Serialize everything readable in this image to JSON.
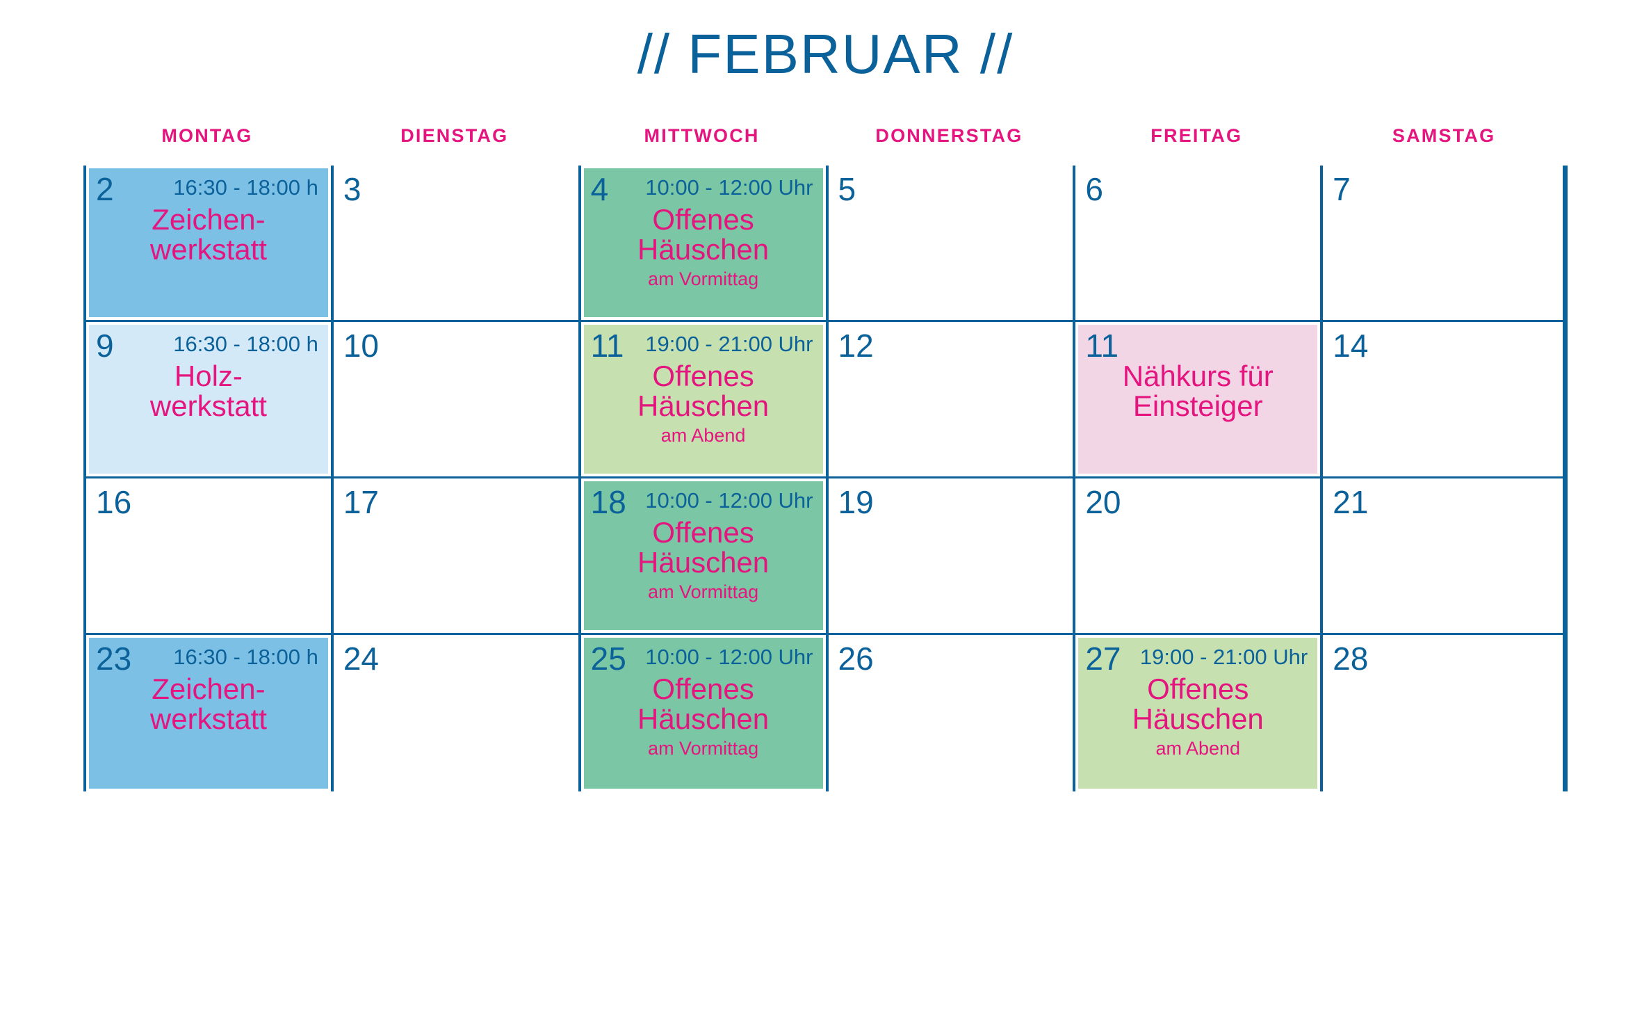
{
  "title": "// FEBRUAR //",
  "colors": {
    "blue": "#0b6199",
    "magenta": "#e5157f",
    "blue_mid": "#7cc0e5",
    "blue_light": "#d4e9f8",
    "green_mid": "#7bc6a4",
    "green_light": "#c6e0b0",
    "pink_light": "#f2d6e6"
  },
  "weekdays": [
    {
      "label": "MONTAG"
    },
    {
      "label": "DIENSTAG"
    },
    {
      "label": "MITTWOCH"
    },
    {
      "label": "DONNERSTAG"
    },
    {
      "label": "FREITAG"
    },
    {
      "label": "SAMSTAG"
    }
  ],
  "cells": [
    {
      "day": "2",
      "time": "16:30 - 18:00 h",
      "title": "Zeichen-\nwerkstatt",
      "sub": "",
      "bg": "blue-mid"
    },
    {
      "day": "3",
      "time": "",
      "title": "",
      "sub": "",
      "bg": "none"
    },
    {
      "day": "4",
      "time": "10:00 - 12:00 Uhr",
      "title": "Offenes\nHäuschen",
      "sub": "am Vormittag",
      "bg": "green-mid"
    },
    {
      "day": "5",
      "time": "",
      "title": "",
      "sub": "",
      "bg": "none"
    },
    {
      "day": "6",
      "time": "",
      "title": "",
      "sub": "",
      "bg": "none"
    },
    {
      "day": "7",
      "time": "",
      "title": "",
      "sub": "",
      "bg": "none"
    },
    {
      "day": "9",
      "time": "16:30 - 18:00 h",
      "title": "Holz-\nwerkstatt",
      "sub": "",
      "bg": "blue-light"
    },
    {
      "day": "10",
      "time": "",
      "title": "",
      "sub": "",
      "bg": "none"
    },
    {
      "day": "11",
      "time": "19:00 - 21:00 Uhr",
      "title": "Offenes\nHäuschen",
      "sub": "am Abend",
      "bg": "green-light"
    },
    {
      "day": "12",
      "time": "",
      "title": "",
      "sub": "",
      "bg": "none"
    },
    {
      "day": "11",
      "time": "",
      "title": "Nähkurs für\nEinsteiger",
      "sub": "",
      "bg": "pink-light"
    },
    {
      "day": "14",
      "time": "",
      "title": "",
      "sub": "",
      "bg": "none"
    },
    {
      "day": "16",
      "time": "",
      "title": "",
      "sub": "",
      "bg": "none"
    },
    {
      "day": "17",
      "time": "",
      "title": "",
      "sub": "",
      "bg": "none"
    },
    {
      "day": "18",
      "time": "10:00 - 12:00 Uhr",
      "title": "Offenes\nHäuschen",
      "sub": "am Vormittag",
      "bg": "green-mid"
    },
    {
      "day": "19",
      "time": "",
      "title": "",
      "sub": "",
      "bg": "none"
    },
    {
      "day": "20",
      "time": "",
      "title": "",
      "sub": "",
      "bg": "none"
    },
    {
      "day": "21",
      "time": "",
      "title": "",
      "sub": "",
      "bg": "none"
    },
    {
      "day": "23",
      "time": "16:30 - 18:00 h",
      "title": "Zeichen-\nwerkstatt",
      "sub": "",
      "bg": "blue-mid"
    },
    {
      "day": "24",
      "time": "",
      "title": "",
      "sub": "",
      "bg": "none"
    },
    {
      "day": "25",
      "time": "10:00 - 12:00 Uhr",
      "title": "Offenes\nHäuschen",
      "sub": "am Vormittag",
      "bg": "green-mid"
    },
    {
      "day": "26",
      "time": "",
      "title": "",
      "sub": "",
      "bg": "none"
    },
    {
      "day": "27",
      "time": "19:00 - 21:00 Uhr",
      "title": "Offenes\nHäuschen",
      "sub": "am Abend",
      "bg": "green-light"
    },
    {
      "day": "28",
      "time": "",
      "title": "",
      "sub": "",
      "bg": "none"
    }
  ]
}
